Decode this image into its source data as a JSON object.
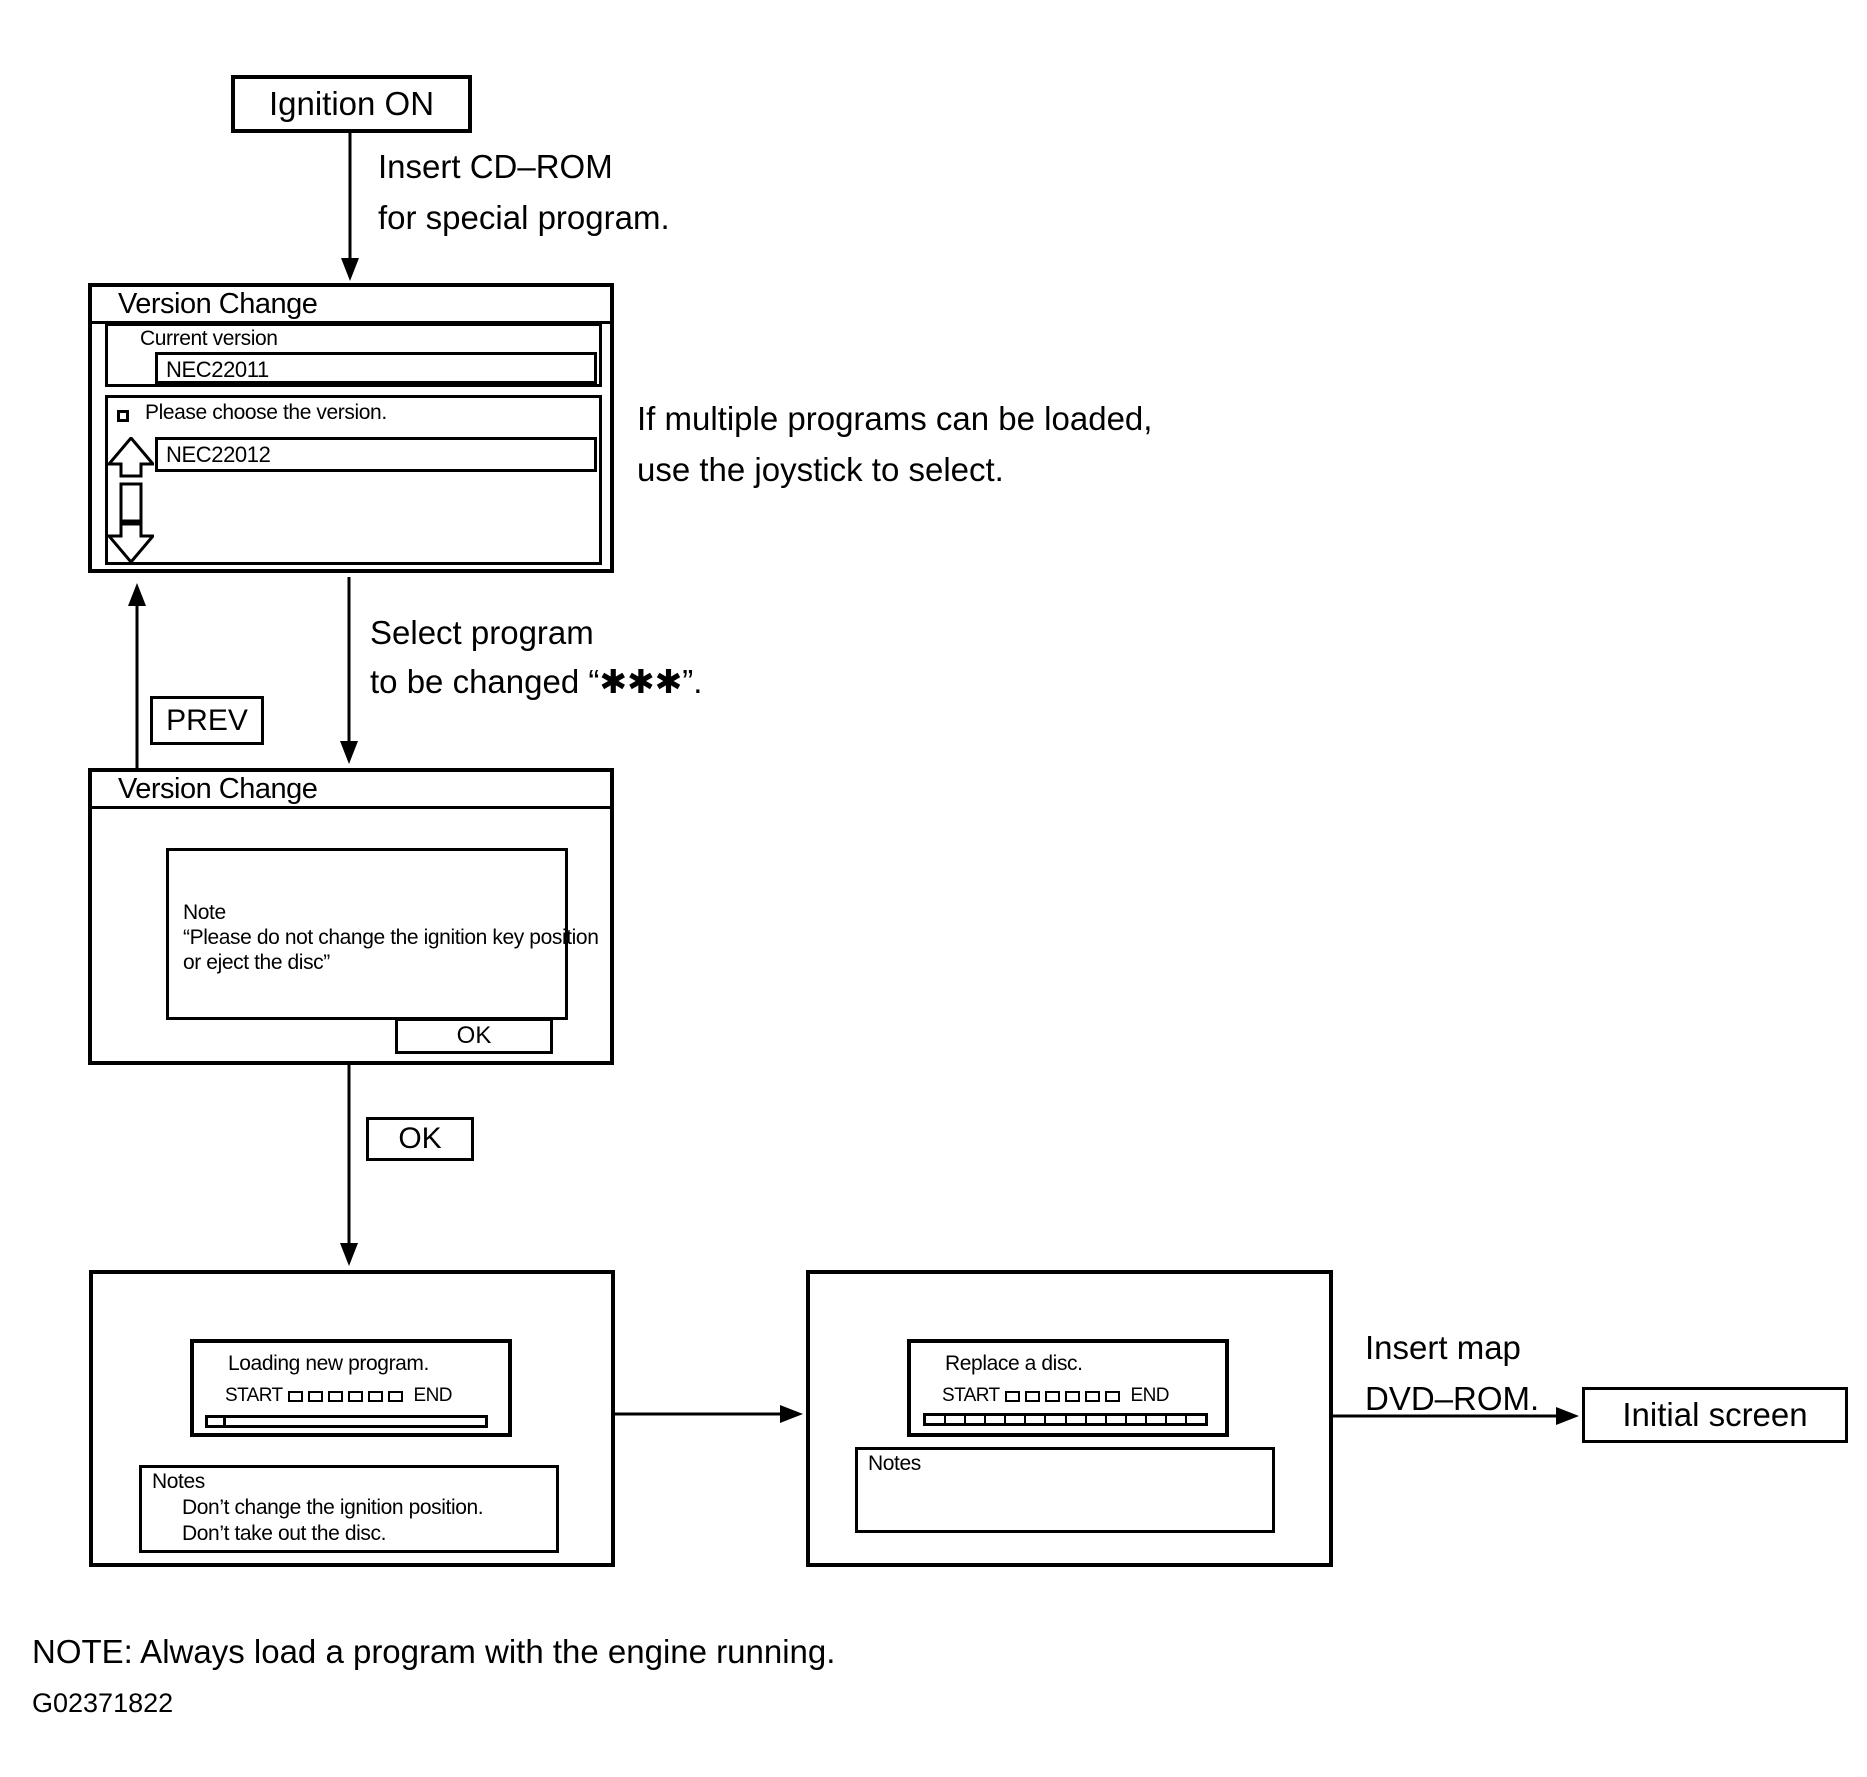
{
  "flow": {
    "ignition": "Ignition ON",
    "insert_cdrom_line1": "Insert CD–ROM",
    "insert_cdrom_line2": "for special program.",
    "multi_line1": "If multiple programs can be loaded,",
    "multi_line2": "use the joystick to select.",
    "select_line1": "Select program",
    "select_line2": "to be changed “✱✱✱”.",
    "prev": "PREV",
    "ok": "OK",
    "insert_map_line1": "Insert map",
    "insert_map_line2": "DVD–ROM.",
    "initial_screen": "Initial screen"
  },
  "screen_version_select": {
    "title": "Version Change",
    "current_version_label": "Current version",
    "current_version_value": "NEC22011",
    "choose_label": "Please choose the version.",
    "choose_value": "NEC22012"
  },
  "screen_confirm": {
    "title": "Version Change",
    "note_title": "Note",
    "note_line1": "“Please do not change the ignition key position",
    "note_line2": "or eject the disc”",
    "ok": "OK"
  },
  "screen_loading": {
    "title": "Loading new program.",
    "start": "START",
    "end": "END",
    "notes_title": "Notes",
    "note_line1": "Don’t change the ignition position.",
    "note_line2": "Don’t take out the disc."
  },
  "screen_replace": {
    "title": "Replace a disc.",
    "start": "START",
    "end": "END",
    "notes_title": "Notes"
  },
  "page": {
    "note": "NOTE: Always load a program with the engine running.",
    "figure_code": "G02371822"
  }
}
